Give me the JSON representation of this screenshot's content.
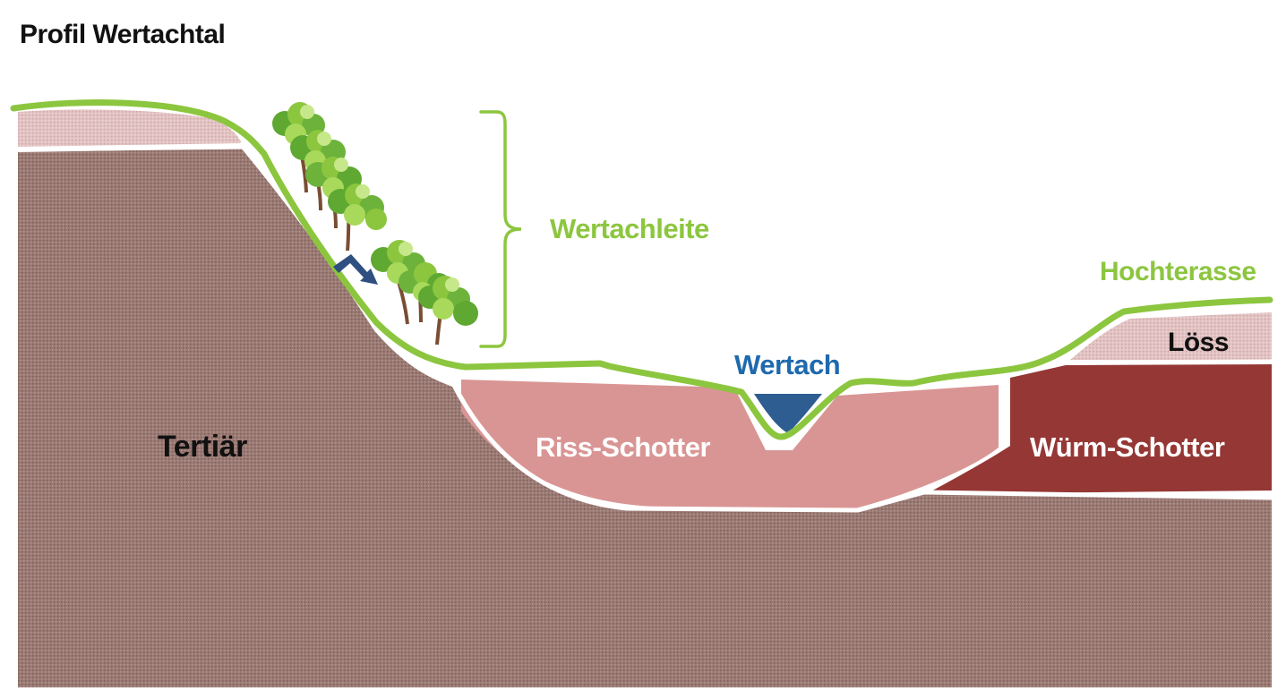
{
  "title": "Profil Wertachtal",
  "labels": {
    "wertachleite": "Wertachleite",
    "hochterasse": "Hochterasse",
    "loess": "Löss",
    "wertach": "Wertach",
    "tertiaer": "Tertiär",
    "riss_schotter": "Riss-Schotter",
    "wuerm_schotter": "Würm-Schotter"
  },
  "colors": {
    "ground_line": "#8cc63f",
    "tertiaer_fill": "#9b7a74",
    "tertiaer_dot": "#7d5e58",
    "loess_fill": "#e3c3c3",
    "loess_dot": "#cda6a6",
    "riss_fill": "#d99594",
    "wuerm_fill": "#953735",
    "water_fill": "#2e5d91",
    "water_label": "#1f69ad",
    "arrow": "#2f4f80",
    "separator": "#ffffff"
  },
  "icons": {
    "trees": "tree-cluster-icon",
    "arrow": "flow-arrow-icon",
    "bracket": "curly-brace-icon"
  }
}
